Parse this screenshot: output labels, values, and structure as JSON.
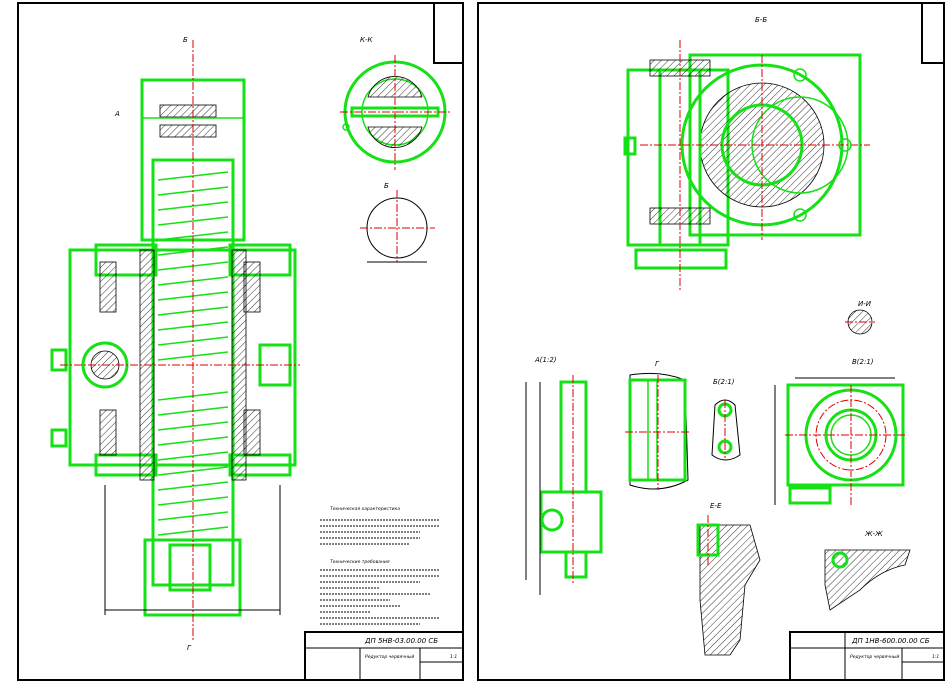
{
  "left_sheet": {
    "view_labels": {
      "view_b": "Б",
      "section_kk": "К-К",
      "section_e": "Б",
      "arrow_a": "А",
      "arrow_g": "Г"
    },
    "notes_heading_1": "Техническая характеристика",
    "notes_heading_2": "Технические требования",
    "title_block": {
      "designation": "ДП 5НВ-03.00.00 СБ",
      "name": "Редуктор червячный",
      "scale": "1:1"
    }
  },
  "right_sheet": {
    "view_labels": {
      "section_bb": "Б-Б",
      "view_a": "А(1:2)",
      "view_g": "Г",
      "view_v": "В(2:1)",
      "view_b": "Б(2:1)",
      "section_ee": "Е-Е",
      "section_zz": "Ж-Ж",
      "section_ii": "И-И"
    },
    "title_block": {
      "designation": "ДП 1НВ-600.00.00 СБ",
      "name": "Редуктор червячный",
      "scale": "1:1"
    }
  }
}
